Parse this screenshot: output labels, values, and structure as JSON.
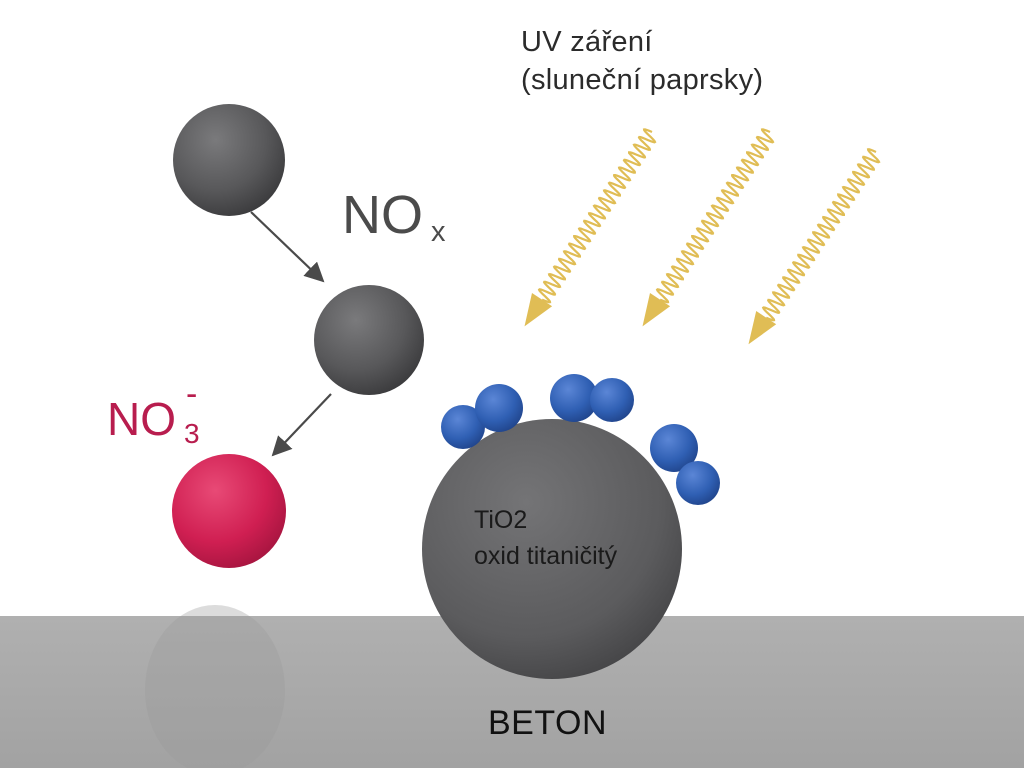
{
  "labels": {
    "uv_line1": "UV záření",
    "uv_line2": "(sluneční paprsky)",
    "nox_main": "NO",
    "nox_sub": "x",
    "no3_main": "NO",
    "no3_sub": "3",
    "no3_sup": "-",
    "tio2_formula": "TiO2",
    "tio2_name": "oxid titaničitý",
    "concrete": "BETON"
  },
  "colors": {
    "background": "#ffffff",
    "concrete": "#a9a9a9",
    "particle_dark": "#58585a",
    "tio2": "#5b5b5d",
    "nitrate": "#d01f52",
    "catalyst_blue": "#2f5fb3",
    "uv_wave": "#e0bd55",
    "arrow": "#4a4a4a"
  },
  "icons": [
    "uv-wave-arrow",
    "reaction-arrow"
  ]
}
